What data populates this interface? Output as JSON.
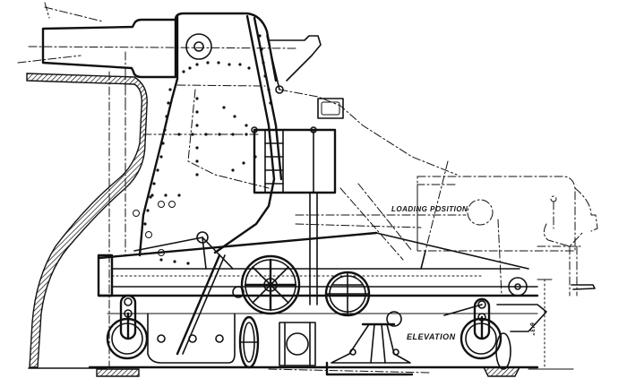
{
  "figure": {
    "subject": "disappearing gun carriage elevation drawing",
    "colors": {
      "ink": "#111111",
      "paper": "#ffffff"
    },
    "labels": {
      "loading_position": "LOADING POSITION",
      "elevation": "ELEVATION",
      "dimension": "6'3\""
    },
    "components": [
      "gun-barrel-raised",
      "gun-barrel-loading-position",
      "parapet-wall-hatched",
      "carriage-side-frame",
      "ladder-platform",
      "elevating-handwheel",
      "traversing-handwheel",
      "front-roller-wheel",
      "rear-roller-wheel",
      "base-pedestal",
      "loading-rammer-arm"
    ]
  }
}
